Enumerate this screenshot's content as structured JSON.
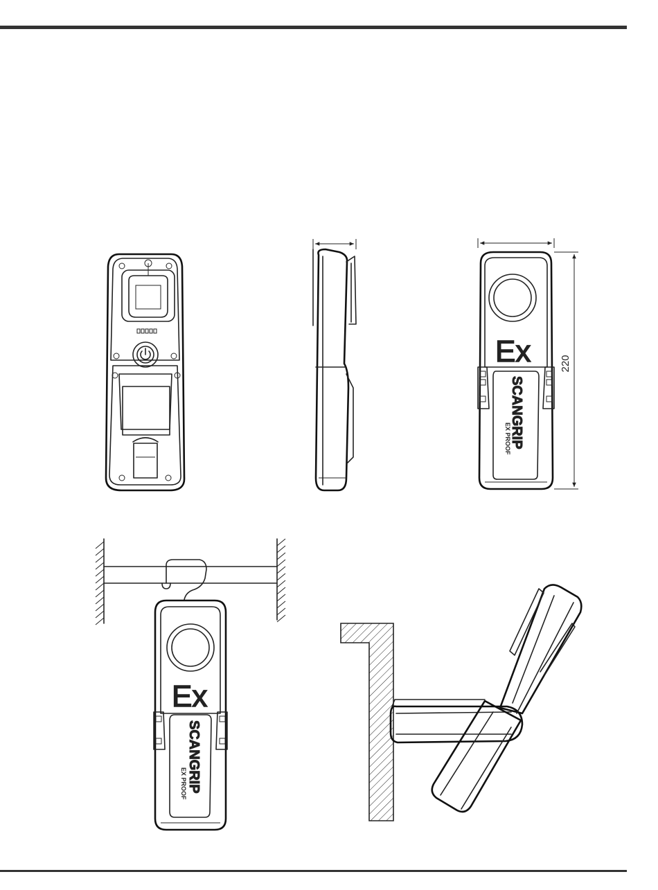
{
  "views": {
    "front": {
      "marking": "Ex",
      "brand": "SCANGRIP",
      "model": "EX PROOF"
    },
    "dimension_height": "220"
  },
  "hanging_view": {
    "marking": "Ex",
    "brand": "SCANGRIP",
    "model": "EX PROOF"
  }
}
